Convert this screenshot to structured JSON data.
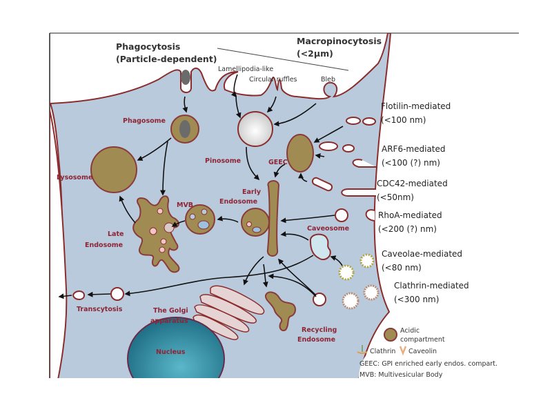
{
  "colors": {
    "cytoplasm": "#b8cadb",
    "membrane": "#8b2c2c",
    "acidic_compartment": "#a08c52",
    "organelle_label": "#8e2434",
    "nucleus": "#2f8fa6"
  },
  "headers": {
    "phagocytosis": [
      "Phagocytosis",
      "(Particle-dependent)"
    ],
    "macropinocytosis": [
      "Macropinocytosis",
      "(<2µm)"
    ],
    "lamellipodia": "Lamellipodia-like",
    "circular_ruffles": "Circular ruffles",
    "bleb": "Bleb"
  },
  "pathways": [
    {
      "name": "Flotilin-mediated",
      "size": "(<100 nm)"
    },
    {
      "name": "ARF6-mediated",
      "size": "(<100 (?) nm)"
    },
    {
      "name": "CDC42-mediated",
      "size": "(<50nm)"
    },
    {
      "name": "RhoA-mediated",
      "size": "(<200 (?) nm)"
    },
    {
      "name": "Caveolae-mediated",
      "size": "(<80 nm)"
    },
    {
      "name": "Clathrin-mediated",
      "size": "(<300 nm)"
    }
  ],
  "organelles": {
    "phagosome": "Phagosome",
    "lysosome": "Lysosome",
    "pinosome": "Pinosome",
    "geec": "GEEC",
    "early_endosome": [
      "Early",
      "Endosome"
    ],
    "mvb": "MVB",
    "late_endosome": [
      "Late",
      "Endosome"
    ],
    "caveosome": "Caveosome",
    "transcytosis": "Transcytosis",
    "golgi": [
      "The Golgi",
      "apparatus"
    ],
    "recycling_endosome": [
      "Recycling",
      "Endosome"
    ],
    "nucleus": "Nucleus"
  },
  "legend": {
    "acidic": [
      "Acidic",
      "compartment"
    ],
    "clathrin": "Clathrin",
    "caveolin": "Caveolin",
    "geec_def": "GEEC: GPI enriched early endos. compart.",
    "mvb_def": "MVB: Multivesicular  Body"
  }
}
